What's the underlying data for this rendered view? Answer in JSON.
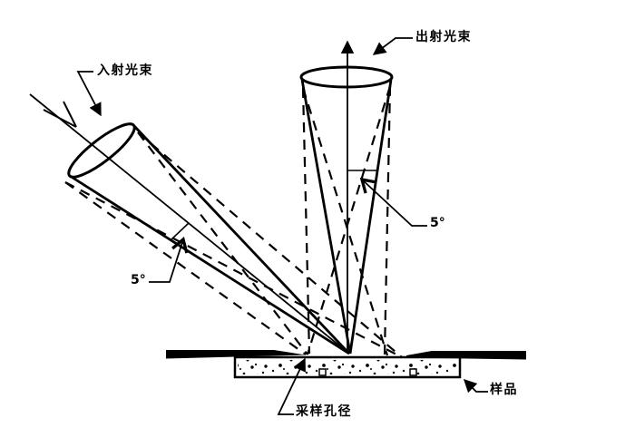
{
  "diagram": {
    "title_meaning": "45/0 optical measurement geometry diagram",
    "background_color": "#ffffff",
    "ink_color": "#000000",
    "labels": {
      "incident_beam": "入射光束",
      "exit_beam": "出射光束",
      "incident_half_angle": "5°",
      "exit_half_angle": "5°",
      "sampling_aperture": "采样孔径",
      "sample": "样品"
    }
  }
}
